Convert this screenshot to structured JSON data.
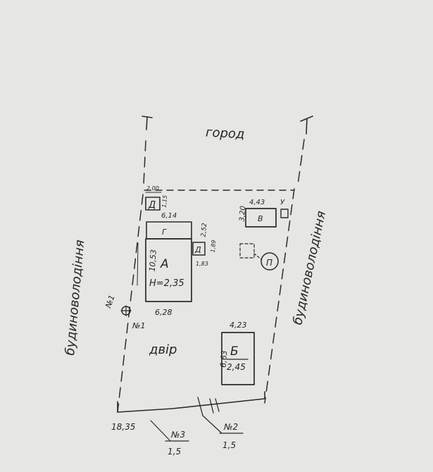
{
  "labels": {
    "garden": "город",
    "yard": "двір",
    "neighbor": "будиноволодіння"
  },
  "buildings": {
    "a": {
      "letter": "А",
      "height": "Н=2,35",
      "width": "6,28",
      "depth": "10,53"
    },
    "g": {
      "letter": "Г",
      "width": "6,14",
      "side": "2,52"
    },
    "b": {
      "letter": "Б",
      "height": "2,45",
      "width": "4,23",
      "depth": "6,63"
    },
    "v": {
      "letter": "В",
      "width": "4,43",
      "depth": "3,20"
    },
    "d": {
      "letter": "Д",
      "width": "2,00",
      "depth": "1,15"
    },
    "small_right": {
      "letter": "Д",
      "width": "1,83",
      "depth": "1,89"
    },
    "u": {
      "letter": "У"
    },
    "p": {
      "letter": "П"
    }
  },
  "plot": {
    "frontage": "18,35",
    "gate_left": "№3",
    "gate_left_width": "1,5",
    "gate_right": "№2",
    "gate_right_width": "1,5",
    "well_label": "№1",
    "well_label_alt": "№1"
  }
}
